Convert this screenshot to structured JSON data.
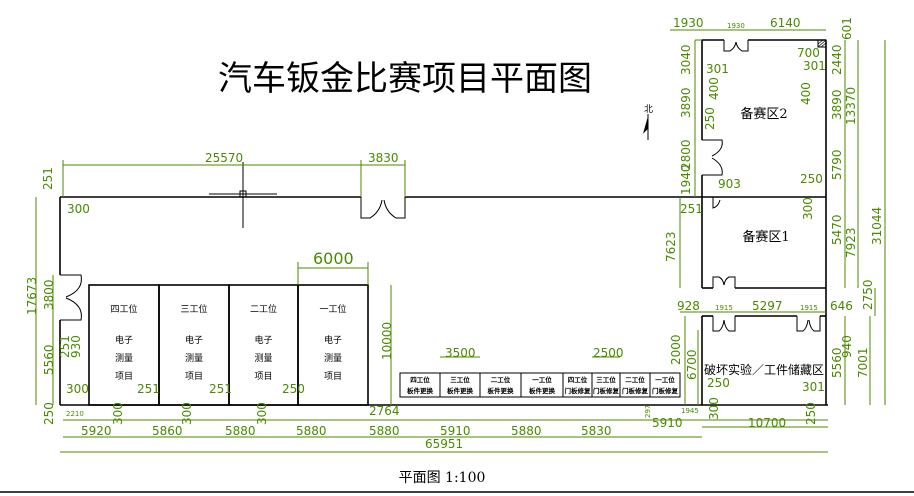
{
  "title": "汽车钣金比赛项目平面图",
  "caption": "平面图  1:100",
  "north_label": "北",
  "colors": {
    "walls": "#000000",
    "dimensions": "#4a8a00",
    "background": "#ffffff"
  },
  "rooms": {
    "prep_area_2": "备赛区2",
    "prep_area_1": "备赛区1",
    "storage": "破坏实验／工件储藏区"
  },
  "measurement_bays": [
    {
      "station": "四工位",
      "lines": [
        "电子",
        "测量",
        "项目"
      ]
    },
    {
      "station": "三工位",
      "lines": [
        "电子",
        "测量",
        "项目"
      ]
    },
    {
      "station": "二工位",
      "lines": [
        "电子",
        "测量",
        "项目"
      ]
    },
    {
      "station": "一工位",
      "lines": [
        "电子",
        "测量",
        "项目"
      ]
    }
  ],
  "small_stations": [
    {
      "station": "四工位",
      "task": "板件更换"
    },
    {
      "station": "三工位",
      "task": "板件更换"
    },
    {
      "station": "二工位",
      "task": "板件更换"
    },
    {
      "station": "一工位",
      "task": "板件更换"
    },
    {
      "station": "四工位",
      "task": "门板修复"
    },
    {
      "station": "三工位",
      "task": "门板修复"
    },
    {
      "station": "二工位",
      "task": "门板修复"
    },
    {
      "station": "一工位",
      "task": "门板修复"
    }
  ],
  "dimensions": [
    "25570",
    "3830",
    "6000",
    "3500",
    "2500",
    "1930",
    "1930",
    "6140",
    "700",
    "301",
    "301",
    "903",
    "250",
    "251",
    "300",
    "251",
    "928",
    "1915",
    "5297",
    "1915",
    "646",
    "250",
    "301",
    "300",
    "251",
    "251",
    "250",
    "2210",
    "2764",
    "1945",
    "5920",
    "5860",
    "5880",
    "5880",
    "5880",
    "5910",
    "5880",
    "5830",
    "5910",
    "10700",
    "65951",
    "17673",
    "3800",
    "5560",
    "251",
    "930",
    "250",
    "300",
    "300",
    "300",
    "10000",
    "3040",
    "3890",
    "400",
    "250",
    "2800",
    "1940",
    "601",
    "2440",
    "400",
    "3890",
    "5790",
    "13370",
    "31044",
    "300",
    "5470",
    "7923",
    "7623",
    "2750",
    "940",
    "5560",
    "7001",
    "2000",
    "6700",
    "300",
    "250",
    "297"
  ]
}
